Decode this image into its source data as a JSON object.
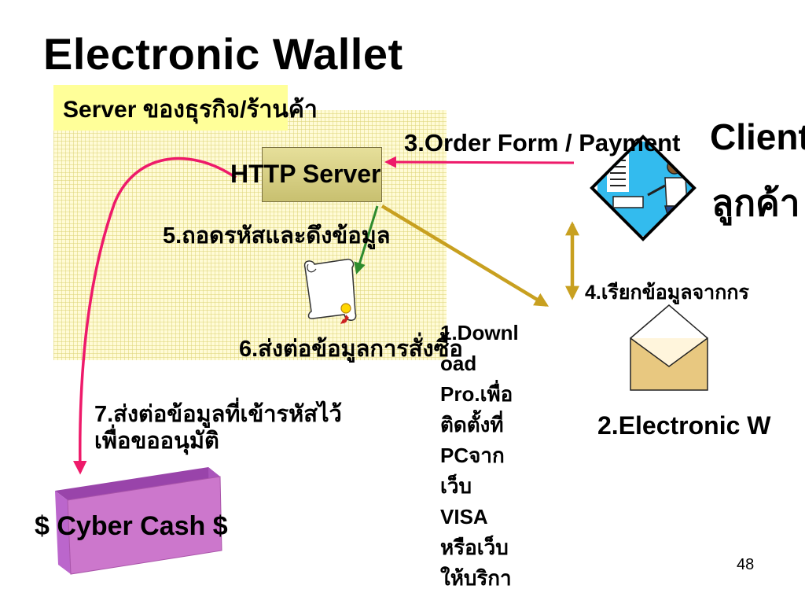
{
  "title": "Electronic Wallet",
  "server_label": "Server ของธุรกิจ/ร้านค้า",
  "http_server": "HTTP Server",
  "client_label": "Client",
  "customer_label": "ลูกค้า",
  "steps": {
    "step1_lines": [
      "1.Downl",
      "oad",
      "Pro.เพื่อ",
      "ติดตั้งที่",
      "PCจาก",
      "เว็บ",
      "VISA",
      "หรือเว็บ",
      "ให้บริกา"
    ],
    "step2": "2.Electronic W",
    "step3": "3.Order Form / Payment",
    "step4": "4.เรียกข้อมูลจากกร",
    "step5": "5.ถอดรหัสและดึงข้อมูล",
    "step6": "6.ส่งต่อข้อมูลการสั่งซื้อ",
    "step7_line1": "7.ส่งต่อข้อมูลที่เข้ารหัสไว้",
    "step7_line2": "เพื่อขออนุมัติ"
  },
  "cyber_cash": "$ Cyber Cash $",
  "page_number": "48",
  "colors": {
    "server_zone": "#fffbd6",
    "server_label_bg": "#ffff99",
    "arrow_pink": "#ee1a6a",
    "arrow_gold": "#c8a020",
    "arrow_green": "#2e8b2e",
    "cyber_box": "#cc77cc"
  },
  "icons": [
    "computer-user-icon",
    "envelope-icon",
    "scroll-certificate-icon"
  ]
}
